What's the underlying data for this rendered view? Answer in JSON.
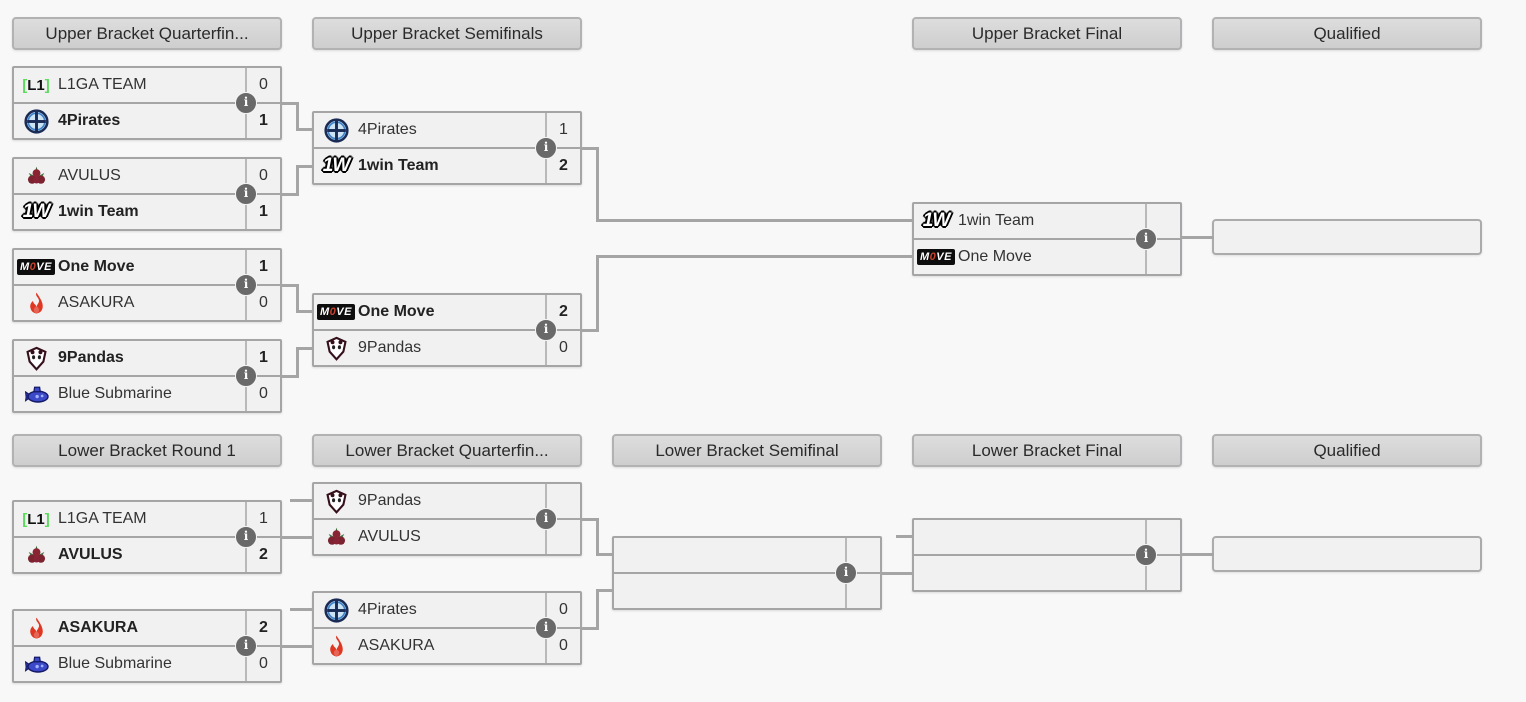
{
  "headers": {
    "ub_qf": "Upper Bracket Quarterfin...",
    "ub_sf": "Upper Bracket Semifinals",
    "ub_final": "Upper Bracket Final",
    "ub_qualified": "Qualified",
    "lb_r1": "Lower Bracket Round 1",
    "lb_qf": "Lower Bracket Quarterfin...",
    "lb_sf": "Lower Bracket Semifinal",
    "lb_final": "Lower Bracket Final",
    "lb_qualified": "Qualified"
  },
  "upper_bracket": {
    "qf1": {
      "team1": "L1GA TEAM",
      "score1": "0",
      "team2": "4Pirates",
      "score2": "1"
    },
    "qf2": {
      "team1": "AVULUS",
      "score1": "0",
      "team2": "1win Team",
      "score2": "1"
    },
    "qf3": {
      "team1": "One Move",
      "score1": "1",
      "team2": "ASAKURA",
      "score2": "0"
    },
    "qf4": {
      "team1": "9Pandas",
      "score1": "1",
      "team2": "Blue Submarine",
      "score2": "0"
    },
    "sf1": {
      "team1": "4Pirates",
      "score1": "1",
      "team2": "1win Team",
      "score2": "2"
    },
    "sf2": {
      "team1": "One Move",
      "score1": "2",
      "team2": "9Pandas",
      "score2": "0"
    },
    "final": {
      "team1": "1win Team",
      "score1": "",
      "team2": "One Move",
      "score2": ""
    }
  },
  "lower_bracket": {
    "r1m1": {
      "team1": "L1GA TEAM",
      "score1": "1",
      "team2": "AVULUS",
      "score2": "2"
    },
    "r1m2": {
      "team1": "ASAKURA",
      "score1": "2",
      "team2": "Blue Submarine",
      "score2": "0"
    },
    "qf1": {
      "team1": "9Pandas",
      "score1": "",
      "team2": "AVULUS",
      "score2": ""
    },
    "qf2": {
      "team1": "4Pirates",
      "score1": "0",
      "team2": "ASAKURA",
      "score2": "0"
    }
  },
  "icons": {
    "info": "i",
    "l1ga_open": "[",
    "l1ga_text": "L1",
    "l1ga_close": "]",
    "onewin_text": "1W",
    "onemove_m": "M",
    "onemove_o": "0",
    "onemove_ve": "VE"
  },
  "colors": {
    "connector": "#a5a5a5",
    "header_bg": "#d6d6d6",
    "row_bg": "#f1f1f2",
    "info_bg": "#696969",
    "l1ga_green": "#5ddb5d",
    "pirates_blue": "#1a2c55",
    "asakura_red": "#e03722",
    "submarine_blue": "#3c49c8",
    "onemove_red": "#c6402e"
  }
}
